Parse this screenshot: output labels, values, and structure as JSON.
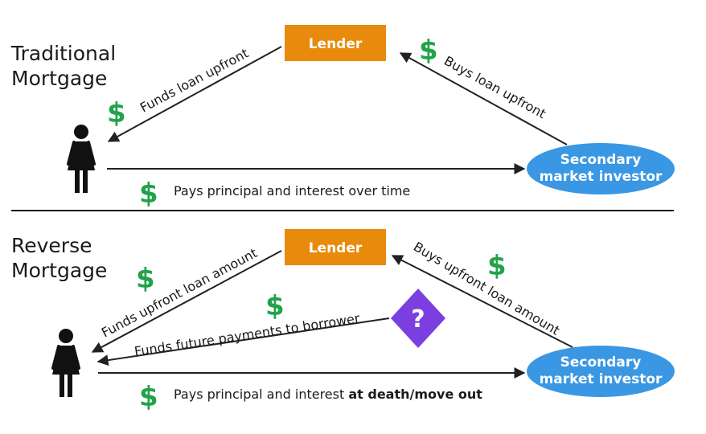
{
  "traditional": {
    "title_line1": "Traditional",
    "title_line2": "Mortgage",
    "lender": "Lender",
    "investor_line1": "Secondary",
    "investor_line2": "market investor",
    "funds_label": "Funds loan upfront",
    "buys_label": "Buys loan upfront",
    "pays_label": "Pays principal and interest over time"
  },
  "reverse": {
    "title_line1": "Reverse",
    "title_line2": "Mortgage",
    "lender": "Lender",
    "investor_line1": "Secondary",
    "investor_line2": "market investor",
    "funds_label": "Funds upfront loan amount",
    "future_label": "Funds future payments to borrower",
    "buys_label": "Buys upfront loan amount",
    "pays_label_plain": "Pays principal and interest ",
    "pays_label_bold": "at death/move out",
    "question": "?"
  },
  "dollar_symbol": "$",
  "colors": {
    "lender_box": "#e88a0c",
    "investor_ellipse": "#3a97e3",
    "dollar": "#22a34a",
    "question_diamond": "#7b3fe0",
    "arrow": "#222222"
  },
  "icons": {
    "borrower": "person-icon",
    "money": "dollar-icon",
    "unknown": "question-icon"
  }
}
